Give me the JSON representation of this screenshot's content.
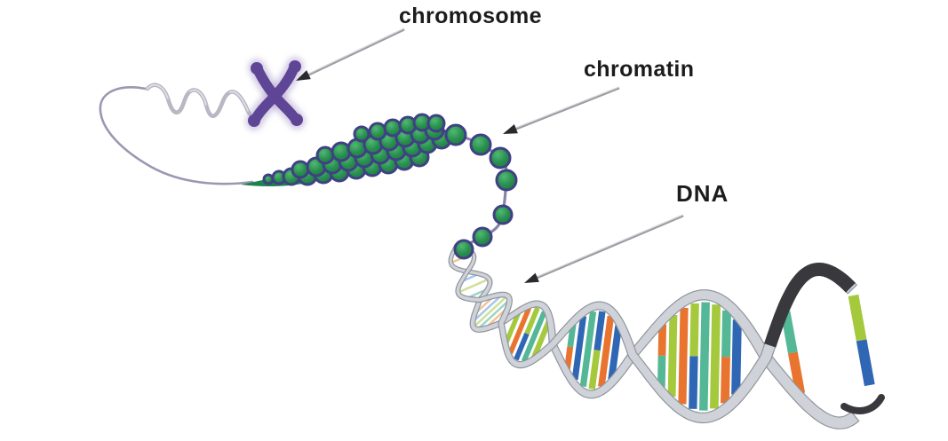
{
  "figure": {
    "type": "diagram",
    "background": "#ffffff",
    "labels": {
      "chromosome": "chromosome",
      "chromatin": "chromatin",
      "dna": "DNA"
    },
    "colors": {
      "label_text": "#1c1c1e",
      "arrow_shaft": "#9a9aa0",
      "arrow_shaft_hi": "#d9d9de",
      "arrow_head": "#2a2a2e",
      "chromosome_purple": "#5f4596",
      "chromosome_halo": "#b2a4cf",
      "fiber_gray": "#b9b7c4",
      "loop_purple": "#9d96b2",
      "taper_green": "#1e8150",
      "bead_green": "#2a9150",
      "bead_green_light": "#52b974",
      "bead_green_dark": "#1f7a43",
      "bead_ring": "#3f4183",
      "string_purple": "#8a82a8",
      "ribbon_light": "#cfd3d9",
      "ribbon_edge": "#8f949c",
      "ribbon_dark": "#38383d",
      "rung_teal": "#54b897",
      "rung_lime": "#a5c93c",
      "rung_orange": "#e8742f",
      "rung_blue": "#2f67b5",
      "pastel_tan": "#f0c695",
      "pastel_blue": "#a8c8e8",
      "pastel_green": "#cfe09a",
      "pastel_teal": "#9fd4c4"
    }
  }
}
